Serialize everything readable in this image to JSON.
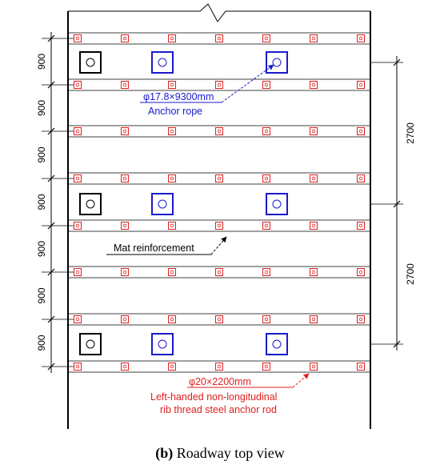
{
  "caption": {
    "letter": "(b)",
    "text": " Roadway top view"
  },
  "left_dimensions": [
    "900",
    "900",
    "900",
    "900",
    "900",
    "900",
    "900"
  ],
  "right_dimensions": [
    "2700",
    "2700"
  ],
  "labels": {
    "anchor_rope_spec": "φ17.8×9300mm",
    "anchor_rope_name": "Anchor rope",
    "mat_reinforcement": "Mat reinforcement",
    "anchor_rod_spec": "φ20×2200mm",
    "anchor_rod_line1": "Left-handed non-longitudinal",
    "anchor_rod_line2": "rib thread steel anchor rod"
  },
  "colors": {
    "line": "#000000",
    "anchor_rope": "#1a1acc",
    "anchor_rod": "#e02020"
  }
}
